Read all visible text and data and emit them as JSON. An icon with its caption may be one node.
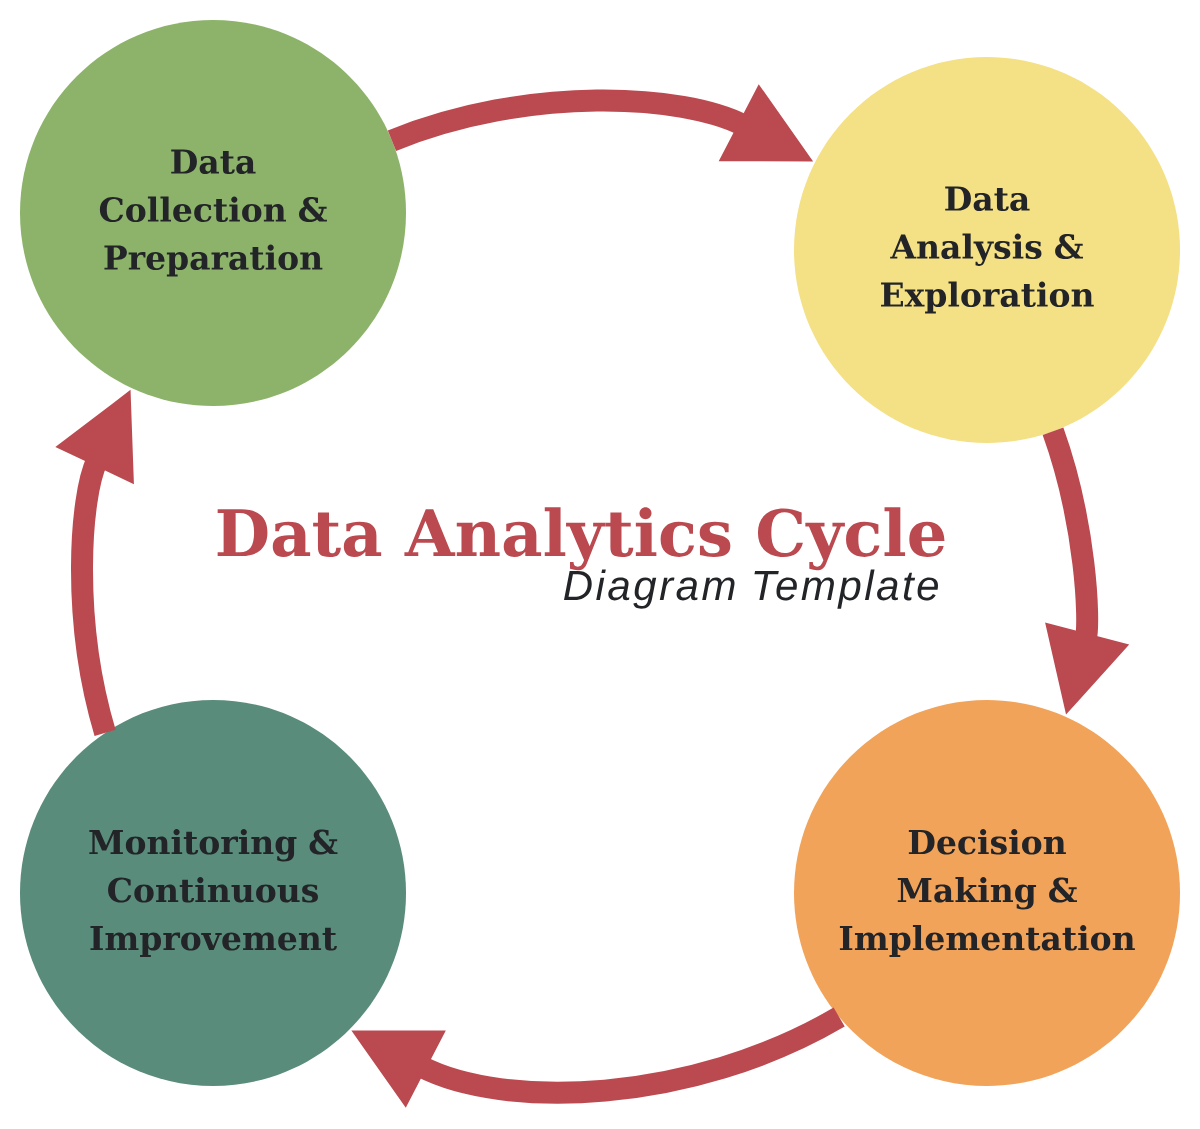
{
  "diagram": {
    "title": "Data Analytics Cycle",
    "nodes": [
      {
        "text": [
          "Data Collection & Preparation"
        ]
      },
      {
        "text": [
          "Data Analysis & Exploration"
        ]
      },
      {
        "text": [
          "Decision Making & Implementation"
        ]
      },
      {
        "text": [
          "Monitoring & Continuous Improvement"
        ]
      }
    ],
    "edges": [
      {
        "from": 0,
        "to": 1,
        "arrow": "to"
      },
      {
        "from": 1,
        "to": 2,
        "arrow": "to"
      },
      {
        "from": 2,
        "to": 3,
        "arrow": "to"
      },
      {
        "from": 3,
        "to": 0,
        "arrow": "to"
      }
    ],
    "labels": [
      "Diagram Template"
    ]
  }
}
